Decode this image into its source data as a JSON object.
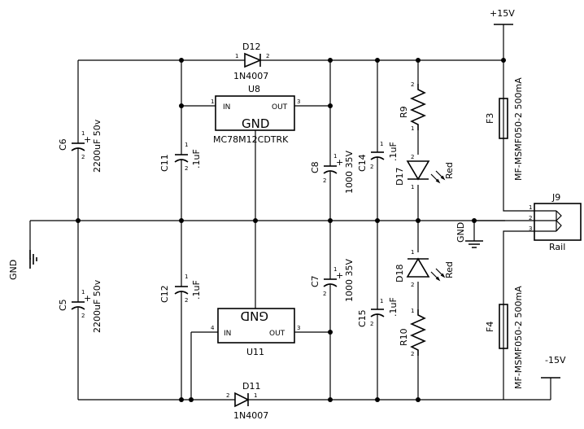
{
  "power": {
    "pos_rail": "+15V",
    "neg_rail": "-15V",
    "gnd_left": "GND",
    "gnd_mid": "GND"
  },
  "components": {
    "D12": {
      "ref": "D12",
      "value": "1N4007",
      "pin_a": "1",
      "pin_k": "2"
    },
    "D11": {
      "ref": "D11",
      "value": "1N4007",
      "pin_a": "2",
      "pin_k": "1"
    },
    "U8": {
      "ref": "U8",
      "value": "MC78M12CDTRK",
      "in_label": "IN",
      "out_label": "OUT",
      "gnd_label": "GND",
      "pin_in": "1",
      "pin_out": "3"
    },
    "U11": {
      "ref": "U11",
      "in_label": "IN",
      "out_label": "OUT",
      "gnd_label": "GND",
      "pin_in": "4",
      "pin_out": "3"
    },
    "C6": {
      "ref": "C6",
      "value": "2200uF 50v",
      "pin_1": "1",
      "pin_2": "2"
    },
    "C5": {
      "ref": "C5",
      "value": "2200uF 50v",
      "pin_1": "1",
      "pin_2": "2"
    },
    "C11": {
      "ref": "C11",
      "value": ".1uF",
      "pin_1": "1",
      "pin_2": "2"
    },
    "C12": {
      "ref": "C12",
      "value": ".1uF",
      "pin_1": "1",
      "pin_2": "2"
    },
    "C8": {
      "ref": "C8",
      "value": "1000 35V",
      "pin_1": "1",
      "pin_2": "2"
    },
    "C7": {
      "ref": "C7",
      "value": "1000 35V",
      "pin_1": "1",
      "pin_2": "2"
    },
    "C14": {
      "ref": "C14",
      "value": ".1uF",
      "pin_1": "1",
      "pin_2": "2"
    },
    "C15": {
      "ref": "C15",
      "value": ".1uF",
      "pin_1": "1",
      "pin_2": "2"
    },
    "R9": {
      "ref": "R9",
      "pin_1": "1",
      "pin_2": "2"
    },
    "R10": {
      "ref": "R10",
      "pin_1": "1",
      "pin_2": "2"
    },
    "D17": {
      "ref": "D17",
      "value": "Red",
      "pin_1": "1",
      "pin_2": "2"
    },
    "D18": {
      "ref": "D18",
      "value": "Red",
      "pin_1": "1",
      "pin_2": "2"
    },
    "F3": {
      "ref": "F3",
      "value": "MF-MSMF050-2 500mA"
    },
    "F4": {
      "ref": "F4",
      "value": "MF-MSMF050-2 500mA"
    },
    "J9": {
      "ref": "J9",
      "value": "Rail",
      "pin_1": "1",
      "pin_2": "2",
      "pin_3": "3"
    }
  }
}
